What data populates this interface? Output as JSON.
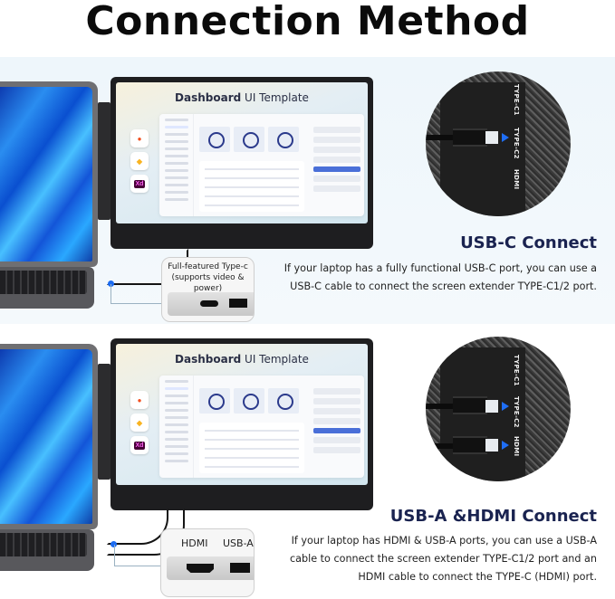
{
  "title": "Connection Method",
  "monitor_screen": {
    "heading_bold": "Dashboard",
    "heading_rest": " UI Template",
    "app_icons": [
      "figma-icon",
      "sketch-icon",
      "xd-icon"
    ],
    "xd_label": "Xd"
  },
  "sections": [
    {
      "id": "usb-c",
      "heading": "USB-C Connect",
      "body_lines": [
        "If your laptop has a fully functional USB-C port, you can use a",
        "USB-C cable to connect the screen extender TYPE-C1/2 port."
      ],
      "callout_lines": [
        "Full-featured Type-c",
        "(supports video & power)"
      ],
      "port_labels": [
        "TYPE-C1",
        "TYPE-C2",
        "HDMI"
      ],
      "connected_ports": [
        "TYPE-C2"
      ]
    },
    {
      "id": "usb-a-hdmi",
      "heading": "USB-A &HDMI Connect",
      "body_lines": [
        "If your laptop has HDMI & USB-A ports, you can use a USB-A",
        "cable to connect the screen extender TYPE-C1/2 port and an",
        "HDMI cable to connect the TYPE-C (HDMI) port."
      ],
      "callout_labels": [
        "HDMI",
        "USB-A"
      ],
      "port_labels": [
        "TYPE-C1",
        "TYPE-C2",
        "HDMI"
      ],
      "connected_ports": [
        "TYPE-C2",
        "HDMI"
      ]
    }
  ],
  "colors": {
    "heading": "#1a2350",
    "accent_blue": "#1f6ef5",
    "panel_bg": "#eef6fb"
  }
}
